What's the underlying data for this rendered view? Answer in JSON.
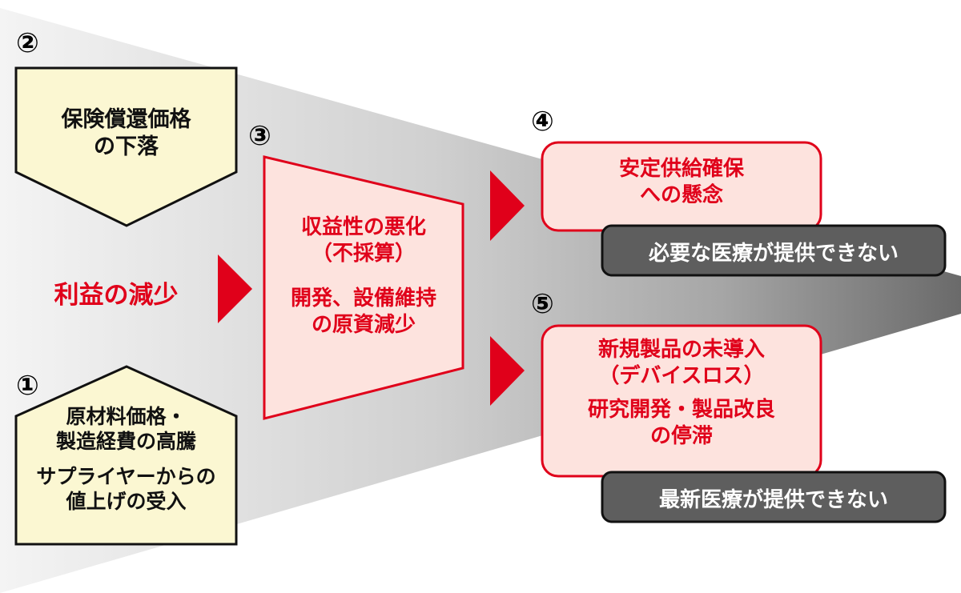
{
  "markers": {
    "m1": "①",
    "m2": "②",
    "m3": "③",
    "m4": "④",
    "m5": "⑤"
  },
  "factor2": {
    "line1": "保険償還価格",
    "line2": "の下落"
  },
  "factor1": {
    "line1": "原材料価格・",
    "line2": "製造経費の高騰",
    "line3": "サプライヤーからの",
    "line4": "値上げの受入"
  },
  "profit_decline": "利益の減少",
  "center": {
    "line1": "収益性の悪化",
    "line2": "（不採算）",
    "line3": "開発、設備維持",
    "line4": "の原資減少"
  },
  "outcome4": {
    "line1": "安定供給確保",
    "line2": "への懸念",
    "banner": "必要な医療が提供できない"
  },
  "outcome5": {
    "line1": "新規製品の未導入",
    "line2": "（デバイスロス）",
    "line3": "研究開発・製品改良",
    "line4": "の停滞",
    "banner": "最新医療が提供できない"
  },
  "colors": {
    "accent_red": "#e0001a",
    "pale_red": "#fde3de",
    "pale_yellow": "#fbf7d2",
    "dark_banner": "#5e5e5e"
  }
}
